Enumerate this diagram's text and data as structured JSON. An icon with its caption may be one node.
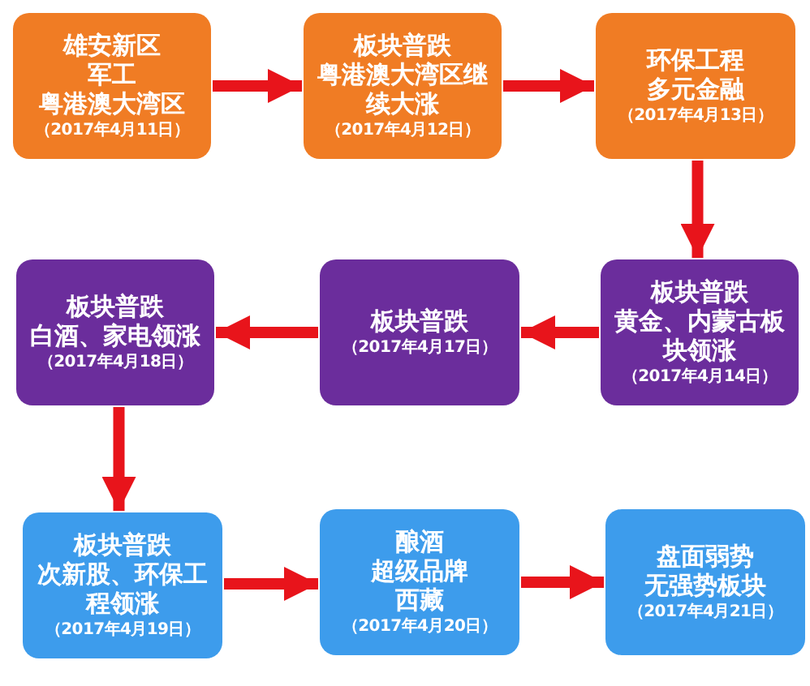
{
  "diagram": {
    "nodes": [
      {
        "text": [
          "雄安新区",
          "军工",
          "粤港澳大湾区",
          "（2017年4月11日）"
        ]
      },
      {
        "text": [
          "板块普跌",
          "粤港澳大湾区继续大涨",
          "（2017年4月12日）"
        ]
      },
      {
        "text": [
          "环保工程",
          "多元金融",
          "（2017年4月13日）"
        ]
      },
      {
        "text": [
          "板块普跌",
          "黄金、内蒙古板块领涨",
          "（2017年4月14日）"
        ]
      },
      {
        "text": [
          "板块普跌",
          "（2017年4月17日）"
        ]
      },
      {
        "text": [
          "板块普跌",
          "白酒、家电领涨",
          "（2017年4月18日）"
        ]
      },
      {
        "text": [
          "板块普跌",
          "次新股、环保工程领涨",
          "（2017年4月19日）"
        ]
      },
      {
        "text": [
          "酿酒",
          "超级品牌",
          "西藏",
          "（2017年4月20日）"
        ]
      },
      {
        "text": [
          "盘面弱势",
          "无强势板块",
          "（2017年4月21日）"
        ]
      }
    ],
    "edges": [
      {
        "from": 0,
        "to": 1,
        "arrow": "to"
      },
      {
        "from": 1,
        "to": 2,
        "arrow": "to"
      },
      {
        "from": 2,
        "to": 3,
        "arrow": "to"
      },
      {
        "from": 3,
        "to": 4,
        "arrow": "to"
      },
      {
        "from": 4,
        "to": 5,
        "arrow": "to"
      },
      {
        "from": 5,
        "to": 6,
        "arrow": "to"
      },
      {
        "from": 6,
        "to": 7,
        "arrow": "to"
      },
      {
        "from": 7,
        "to": 8,
        "arrow": "to"
      }
    ]
  }
}
